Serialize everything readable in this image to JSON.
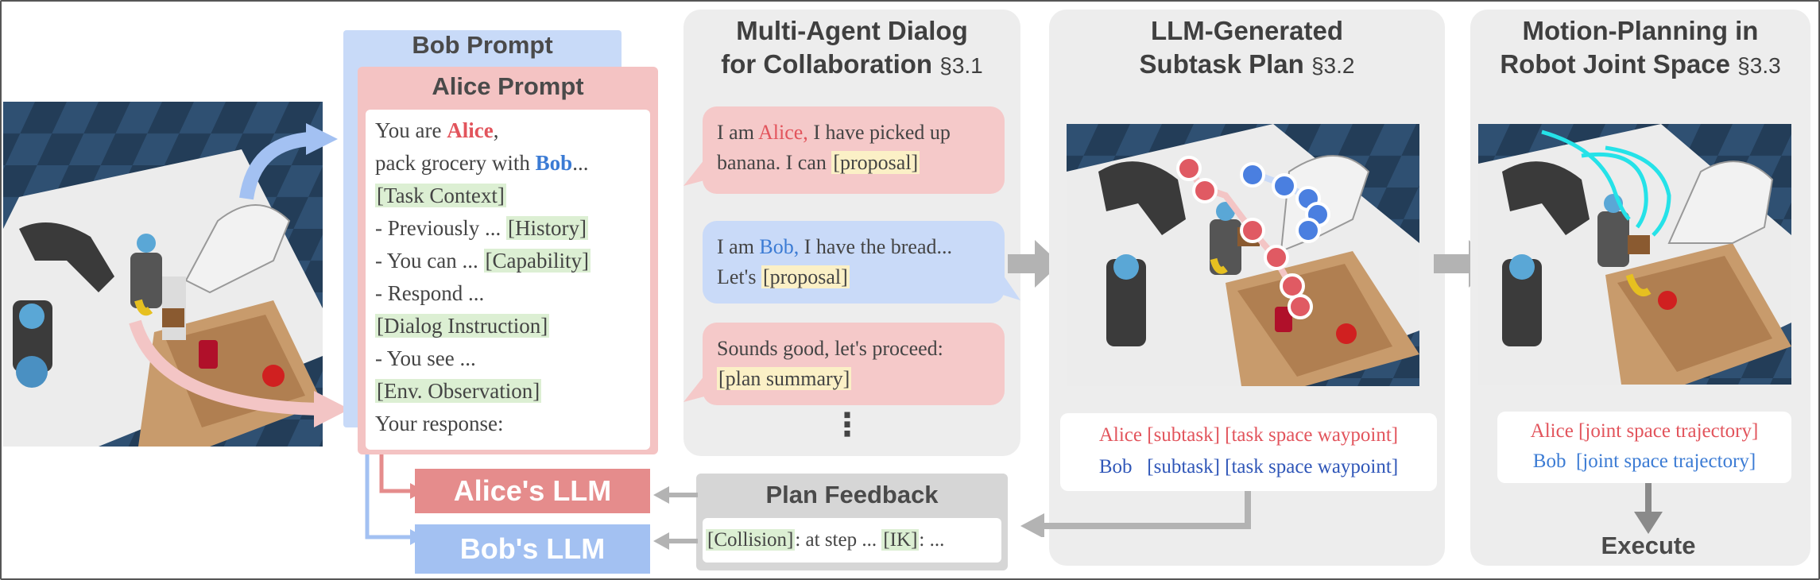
{
  "prompt_section": {
    "bob_title": "Bob Prompt",
    "alice_title": "Alice Prompt",
    "lines": {
      "l1_pre": "You are ",
      "l1_name": "Alice",
      "l1_post": ",",
      "l2_pre": "pack grocery with ",
      "l2_name": "Bob",
      "l2_post": "...",
      "l3": "[Task Context]",
      "l4_pre": "- Previously ... ",
      "l4_tag": "[History]",
      "l5_pre": "- You can ... ",
      "l5_tag": "[Capability]",
      "l6": "- Respond ...",
      "l7": "[Dialog Instruction]",
      "l8": "- You see ...",
      "l9": "[Env. Observation]",
      "l10": "Your response:"
    }
  },
  "dialog_panel": {
    "title_line1": "Multi-Agent Dialog",
    "title_line2": "for Collaboration",
    "section": "§3.1",
    "bubble1": {
      "pre": "I am ",
      "name": "Alice,",
      "mid": " I have picked up banana. I can ",
      "tag": "[proposal]"
    },
    "bubble2": {
      "pre": "I am ",
      "name": "Bob,",
      "mid": " I have the bread... Let's ",
      "tag": "[proposal]"
    },
    "bubble3": {
      "pre": "Sounds good, let's proceed: ",
      "tag": "[plan summary]"
    },
    "ellipsis": "⋮"
  },
  "plan_panel": {
    "title_line1": "LLM-Generated",
    "title_line2": "Subtask Plan",
    "section": "§3.2",
    "alice_line": "Alice [subtask] [task space waypoint]",
    "bob_name": "Bob",
    "bob_rest": "[subtask] [task space waypoint]"
  },
  "motion_panel": {
    "title_line1": "Motion-Planning in",
    "title_line2": "Robot Joint Space",
    "section": "§3.3",
    "alice_line": "Alice [joint space trajectory]",
    "bob_line": "Bob  [joint space trajectory]",
    "execute": "Execute"
  },
  "llm_boxes": {
    "alice": "Alice's LLM",
    "bob": "Bob's LLM"
  },
  "feedback": {
    "title": "Plan Feedback",
    "tag1": "[Collision]",
    "mid": ": at step ... ",
    "tag2": "[IK]",
    "post": ": ..."
  },
  "colors": {
    "alice": "#e2545c",
    "bob": "#3b7bd4",
    "panel_bg": "#ededed",
    "alice_box": "#e58c8c",
    "bob_box": "#a3c1f2"
  }
}
